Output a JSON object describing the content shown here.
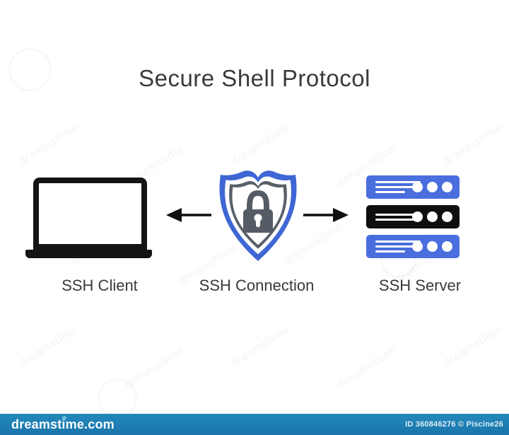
{
  "title": {
    "text": "Secure Shell Protocol"
  },
  "diagram": {
    "client": {
      "label": "SSH Client"
    },
    "connection": {
      "label": "SSH Connection"
    },
    "server": {
      "label": "SSH Server"
    }
  },
  "server_rows": [
    {
      "color": "#4a6edd"
    },
    {
      "color": "#0f0f0f"
    },
    {
      "color": "#4a6edd"
    }
  ],
  "colors": {
    "shield_blue": "#3e66d4",
    "shield_gray": "#5a6069",
    "lock_gray": "#565c65",
    "laptop_black": "#141414",
    "arrow_black": "#111111",
    "server_blue": "#4a6edd",
    "server_black": "#0f0f0f",
    "footer_blue": "#1b78ad",
    "title_text": "#3a3a3a"
  },
  "watermark": {
    "brand": "dreamstime.com",
    "credit": "ID 360846276 © Piscine26",
    "diagonal_text": "dreamstime"
  }
}
